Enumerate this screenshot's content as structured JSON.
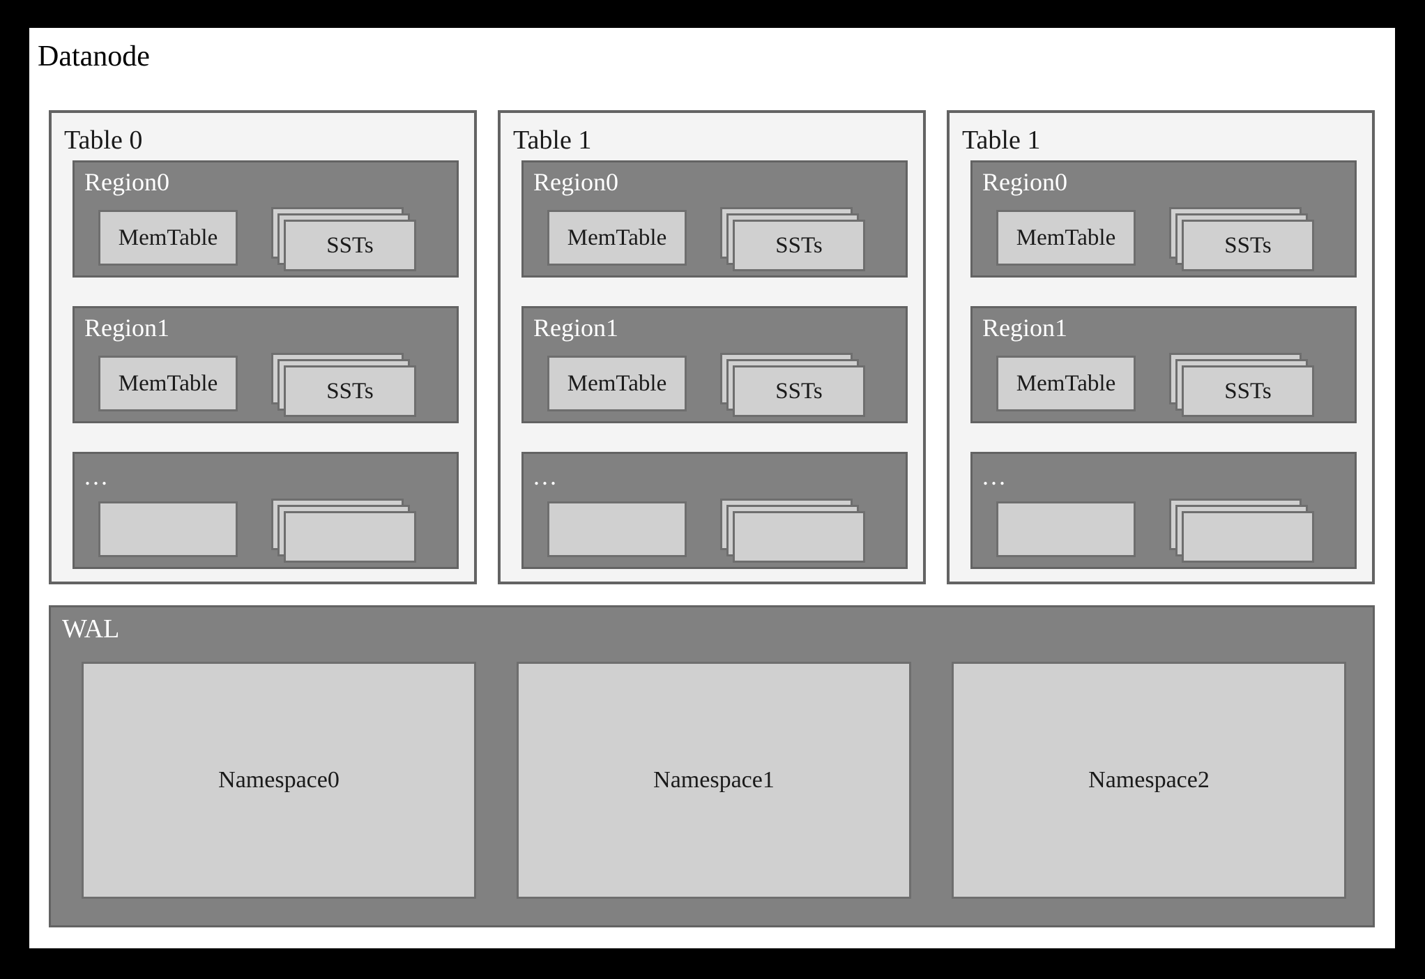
{
  "diagram": {
    "title": "Datanode",
    "colors": {
      "frame_border": "#000000",
      "canvas": "#ffffff",
      "table_fill": "#f4f4f4",
      "table_border": "#636363",
      "region_fill": "#818181",
      "region_border": "#636363",
      "node_fill": "#d0d0d0",
      "node_border": "#6e6e6e",
      "label_dark": "#1a1a1a",
      "label_light": "#ffffff"
    }
  },
  "tables": [
    {
      "label": "Table 0",
      "regions": [
        {
          "label": "Region0",
          "memtable": "MemTable",
          "ssts": "SSTs"
        },
        {
          "label": "Region1",
          "memtable": "MemTable",
          "ssts": "SSTs"
        },
        {
          "label": "...",
          "memtable": "",
          "ssts": ""
        }
      ]
    },
    {
      "label": "Table 1",
      "regions": [
        {
          "label": "Region0",
          "memtable": "MemTable",
          "ssts": "SSTs"
        },
        {
          "label": "Region1",
          "memtable": "MemTable",
          "ssts": "SSTs"
        },
        {
          "label": "...",
          "memtable": "",
          "ssts": ""
        }
      ]
    },
    {
      "label": "Table 1",
      "regions": [
        {
          "label": "Region0",
          "memtable": "MemTable",
          "ssts": "SSTs"
        },
        {
          "label": "Region1",
          "memtable": "MemTable",
          "ssts": "SSTs"
        },
        {
          "label": "...",
          "memtable": "",
          "ssts": ""
        }
      ]
    }
  ],
  "wal": {
    "label": "WAL",
    "namespaces": [
      {
        "label": "Namespace0"
      },
      {
        "label": "Namespace1"
      },
      {
        "label": "Namespace2"
      }
    ]
  }
}
